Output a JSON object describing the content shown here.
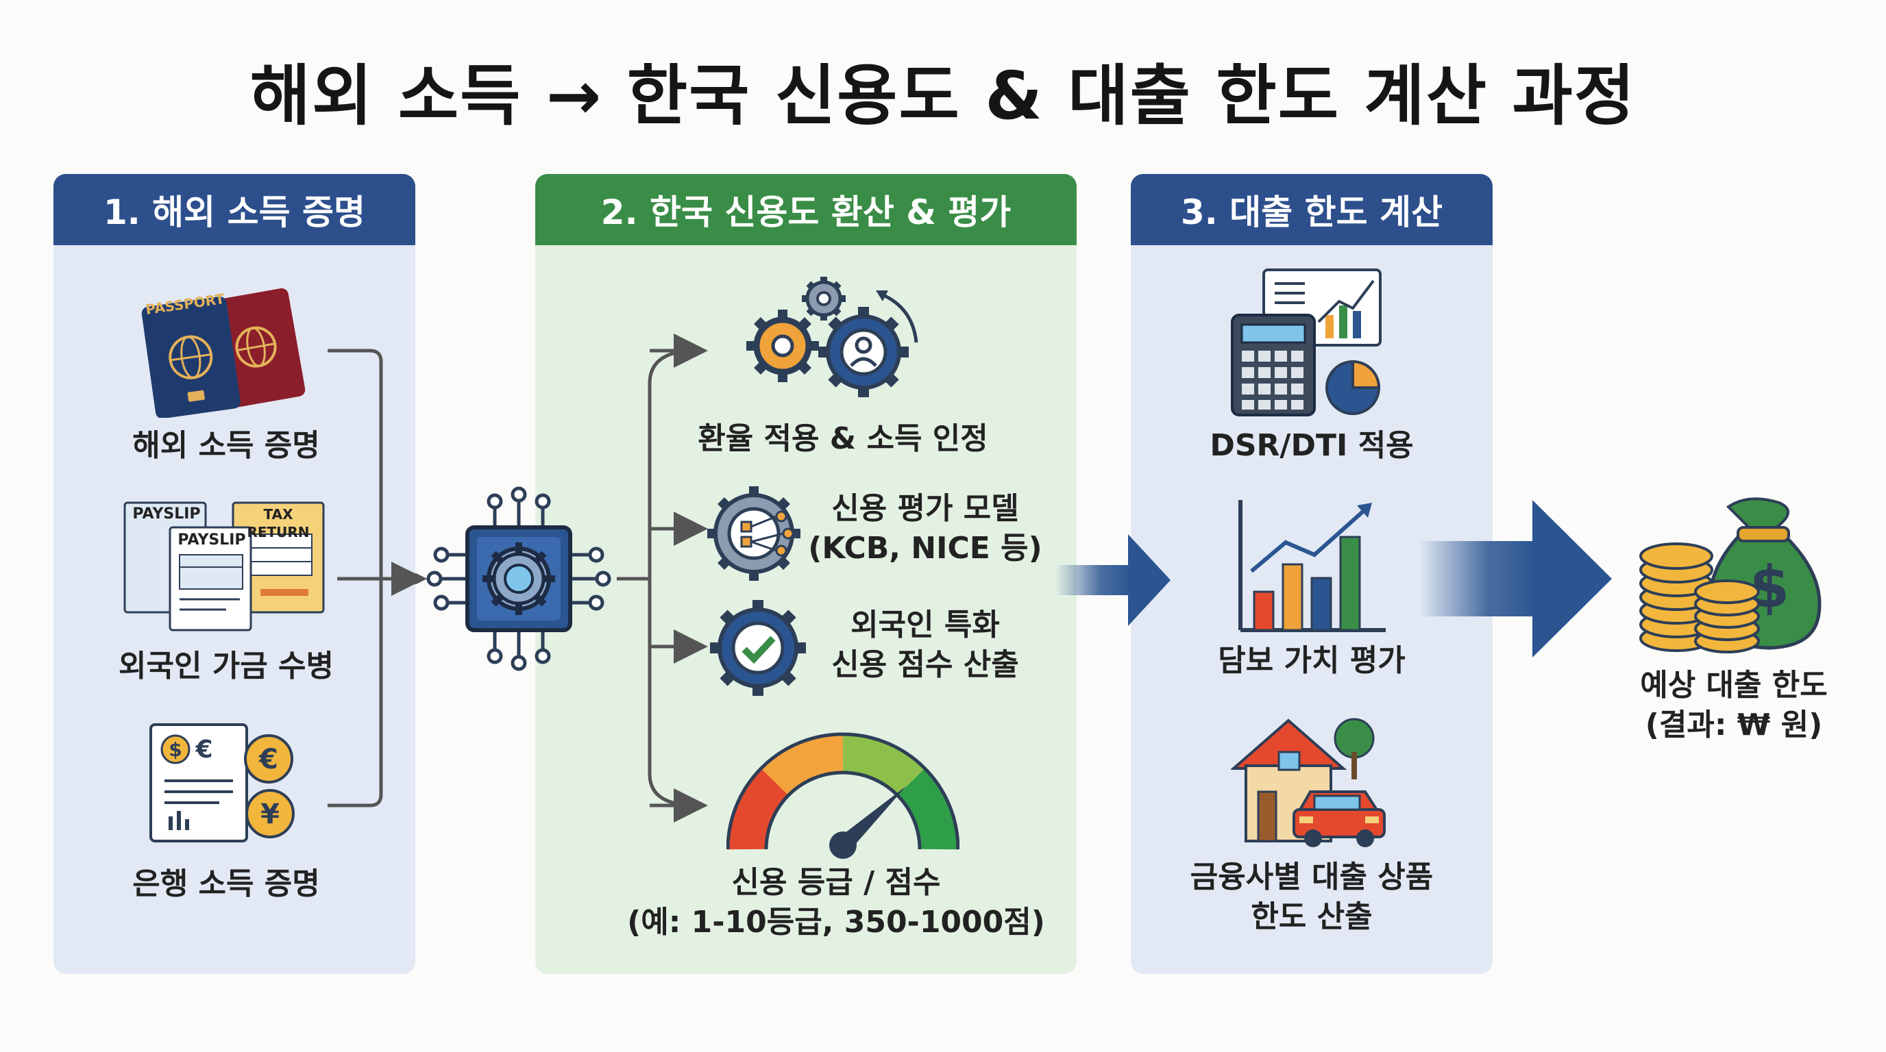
{
  "title": "해외 소득 → 한국 신용도 & 대출 한도 계산 과정",
  "panel1": {
    "header": "1. 해외 소득 증명",
    "items": [
      {
        "label": "해외 소득 증명",
        "icon": "passport-icon",
        "passport_text": "PASSPORT"
      },
      {
        "label": "외국인 가금 수병",
        "icon": "payslip-icon",
        "payslip_text": "PAYSLIP",
        "tax_text": "TAX RETURN"
      },
      {
        "label": "은행 소득 증명",
        "icon": "bank-statement-icon"
      }
    ]
  },
  "panel2": {
    "header": "2. 한국 신용도 환산 & 평가",
    "items": [
      {
        "label": "환율 적용 & 소득 인정",
        "icon": "gears-icon"
      },
      {
        "label": "신용 평가 모델\n(KCB, NICE 등)",
        "icon": "credit-model-gear-icon"
      },
      {
        "label": "외국인 특화\n신용 점수 산출",
        "icon": "check-gear-icon"
      },
      {
        "label": "신용 등급 / 점수\n(예: 1-10등급, 350-1000점)",
        "icon": "gauge-icon"
      }
    ]
  },
  "panel3": {
    "header": "3. 대출 한도 계산",
    "items": [
      {
        "label": "DSR/DTI 적용",
        "icon": "calculator-icon"
      },
      {
        "label": "담보 가치 평가",
        "icon": "bar-chart-icon"
      },
      {
        "label": "금융사별 대출 상품\n한도 산출",
        "icon": "house-car-icon"
      }
    ]
  },
  "result": {
    "label": "예상 대출 한도\n(결과: ₩ 원)",
    "icon": "money-bag-icon"
  },
  "colors": {
    "blue_header": "#2d4f8c",
    "green_header": "#3a8d47",
    "blue_panel": "#e2e9f4",
    "green_panel": "#e3f1e3",
    "arrow_blue": "#2b5591"
  }
}
